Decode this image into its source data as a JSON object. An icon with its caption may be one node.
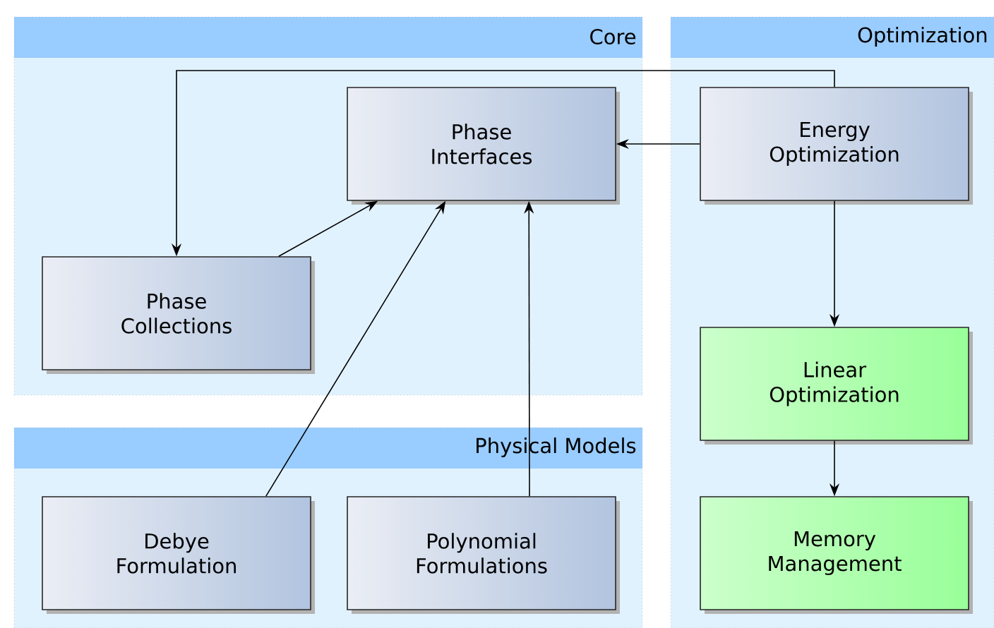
{
  "diagram": {
    "nodes": [
      {
        "text": [
          "Core"
        ]
      },
      {
        "text": [
          "Phase Interfaces"
        ],
        "in": 0
      },
      {
        "text": [
          "Phase Collections"
        ],
        "in": 0
      },
      {
        "text": [
          "Physical Models"
        ]
      },
      {
        "text": [
          "Debye Formulation"
        ],
        "in": 3
      },
      {
        "text": [
          "Polynomial Formulations"
        ],
        "in": 3
      },
      {
        "text": [
          "Optimization"
        ]
      },
      {
        "text": [
          "Energy Optimization"
        ],
        "in": 6
      },
      {
        "text": [
          "Linear Optimization"
        ],
        "in": 6
      },
      {
        "text": [
          "Memory Management"
        ],
        "in": 6
      }
    ],
    "edges": [
      {
        "from": 7,
        "to": 1,
        "arrow": "to"
      },
      {
        "from": 7,
        "to": 2,
        "arrow": "to"
      },
      {
        "from": 2,
        "to": 1,
        "arrow": "to"
      },
      {
        "from": 4,
        "to": 1,
        "arrow": "to"
      },
      {
        "from": 5,
        "to": 1,
        "arrow": "to"
      },
      {
        "from": 7,
        "to": 8,
        "arrow": "to"
      },
      {
        "from": 8,
        "to": 9,
        "arrow": "to"
      }
    ]
  }
}
